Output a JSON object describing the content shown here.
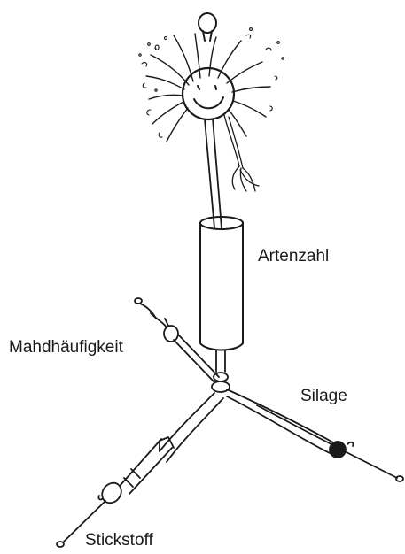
{
  "labels": {
    "top_label": "Artenzahl",
    "left_label": "Mahdhäufigkeit",
    "right_label": "Silage",
    "bottom_label": "Stickstoff"
  },
  "colors": {
    "ink": "#1a1a1a",
    "background": "#ffffff"
  },
  "icons": {
    "head": "smiling-sun-face",
    "hand_left": "small-ring-hand",
    "hand_right": "knot-hand"
  }
}
